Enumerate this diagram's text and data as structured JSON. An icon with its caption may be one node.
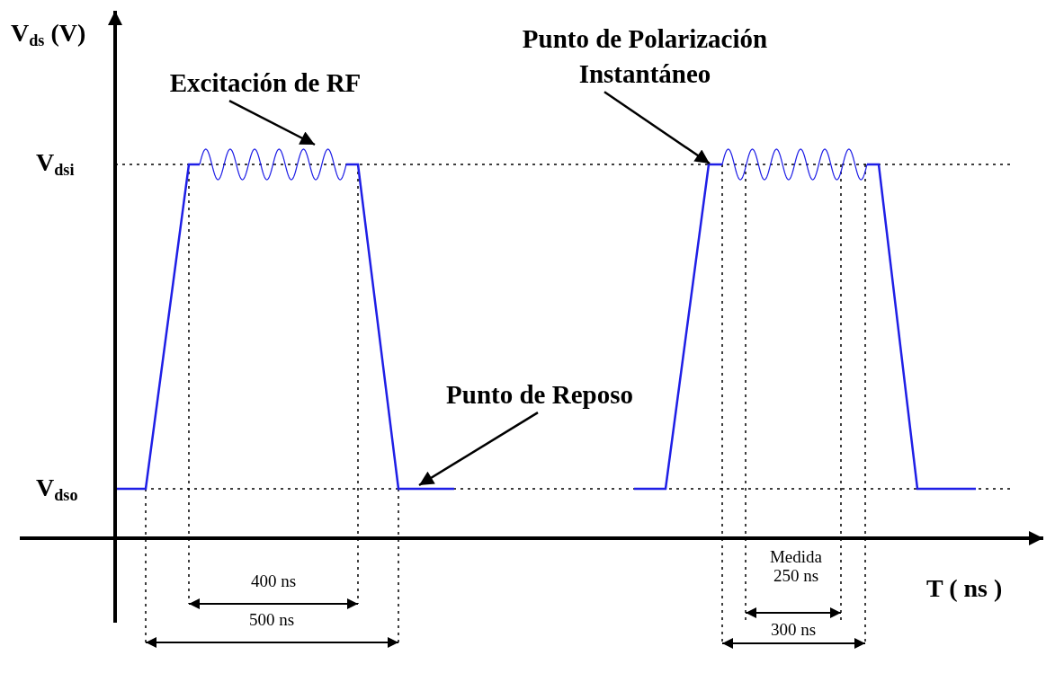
{
  "diagram": {
    "nodes": [
      {
        "text": [
          "Excitación de RF"
        ]
      },
      {
        "text": [
          "Punto de Polarización Instantáneo"
        ]
      },
      {
        "text": [
          "Punto de Reposo"
        ]
      }
    ],
    "edges": [
      {
        "from": 0,
        "to": null,
        "arrow": "to"
      },
      {
        "from": 1,
        "to": null,
        "arrow": "to"
      },
      {
        "from": 2,
        "to": null,
        "arrow": "to"
      }
    ],
    "labels": [
      "V$_{ds}$ (V)",
      "V$_{dsi}$",
      "V$_{dso}$",
      "T ( ns )",
      "400 ns",
      "500 ns",
      "Medida 250 ns",
      "300 ns"
    ]
  }
}
